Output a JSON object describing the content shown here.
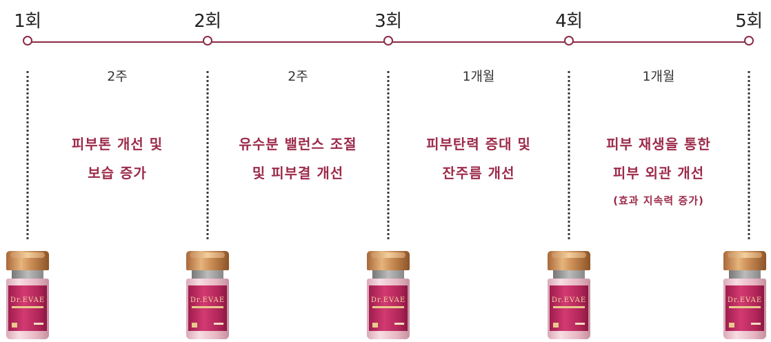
{
  "sessions": [
    "1회",
    "2회",
    "3회",
    "4회",
    "5회"
  ],
  "intervals": [
    "2주",
    "2주",
    "1개월",
    "1개월"
  ],
  "benefits": [
    {
      "line1": "피부톤 개선 및",
      "line2": "보습 증가"
    },
    {
      "line1": "유수분 밸런스 조절",
      "line2": "및 피부결 개선"
    },
    {
      "line1": "피부탄력 증대 및",
      "line2": "잔주름 개선"
    },
    {
      "line1": "피부 재생을 통한",
      "line2": "피부 외관 개선",
      "note": "(효과 지속력 증가)"
    }
  ],
  "vial_brand": "Dr.EVAE",
  "colors": {
    "accent": "#8b2a44",
    "benefit_text": "#9c2a4a"
  }
}
